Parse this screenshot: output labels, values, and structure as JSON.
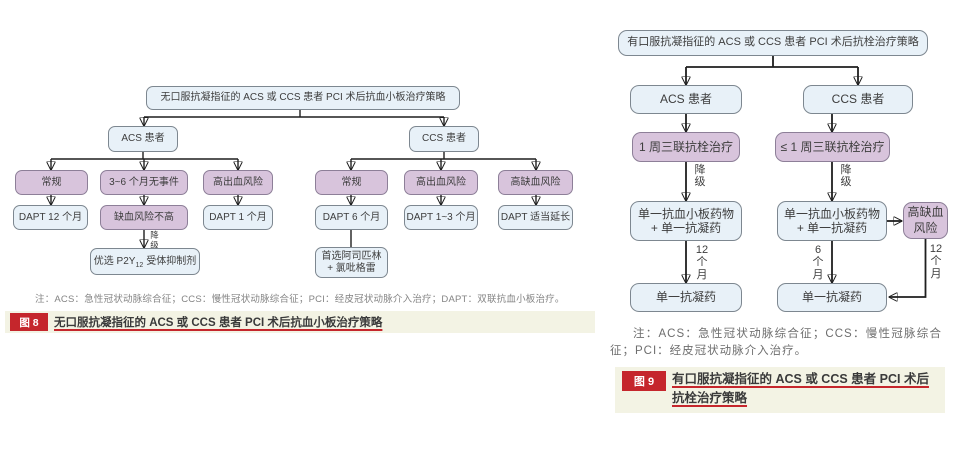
{
  "colors": {
    "box_blue": "#e8f1f8",
    "box_purple": "#d8c4dc",
    "badge_red": "#c5262c",
    "caption_bg": "#f3f3e4",
    "line_black": "#1f1f1f"
  },
  "figure8": {
    "nodes": {
      "root": "无口服抗凝指征的 ACS 或 CCS 患者 PCI 术后抗血小板治疗策略",
      "acs": "ACS 患者",
      "ccs": "CCS 患者",
      "acs_routine": "常规",
      "acs_no_event": "3~6 个月无事件",
      "acs_hbr": "高出血风险",
      "dapt_12m": "DAPT 12 个月",
      "ischemia_not_high": "缺血风险不高",
      "dapt_1m": "DAPT 1 个月",
      "downgrade": "降级",
      "p2y12_pre": "优选 P2Y",
      "p2y12_sub": "12",
      "p2y12_post": "受体抑制剂",
      "ccs_routine": "常规",
      "ccs_hbr": "高出血风险",
      "ccs_hir": "高缺血风险",
      "dapt_6m": "DAPT 6 个月",
      "dapt_1_3m": "DAPT 1~3 个月",
      "dapt_extend": "DAPT 适当延长",
      "aspirin_line1": "首选阿司匹林",
      "aspirin_line2": "+ 氯吡格雷"
    },
    "note": "注：ACS：急性冠状动脉综合征；CCS：慢性冠状动脉综合征；PCI：经皮冠状动脉介入治疗；DAPT：双联抗血小板治疗。",
    "caption_badge": "图 8",
    "caption": "无口服抗凝指征的 ACS 或 CCS 患者 PCI 术后抗血小板治疗策略"
  },
  "figure9": {
    "nodes": {
      "root": "有口服抗凝指征的 ACS 或 CCS 患者 PCI 术后抗栓治疗策略",
      "acs": "ACS 患者",
      "ccs": "CCS 患者",
      "triple_acs": "1 周三联抗栓治疗",
      "triple_ccs": "≤ 1 周三联抗栓治疗",
      "downgrade": "降级",
      "sapt_line1": "单一抗血小板药物",
      "sapt_line2": "+ 单一抗凝药",
      "hir": "高缺血风险",
      "m12": "12 个月",
      "m6": "6 个月",
      "oac": "单一抗凝药"
    },
    "note": "注：ACS：急性冠状动脉综合征；CCS：慢性冠脉综合征；PCI：经皮冠状动脉介入治疗。",
    "caption_badge": "图 9",
    "caption": "有口服抗凝指征的 ACS 或 CCS 患者 PCI 术后抗栓治疗策略"
  }
}
